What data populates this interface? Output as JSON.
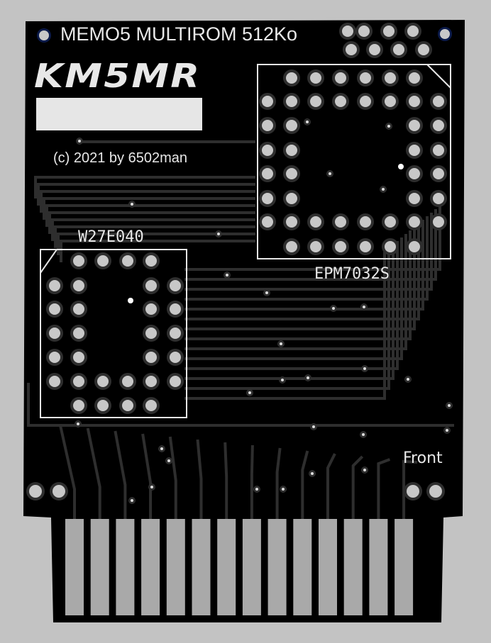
{
  "board": {
    "title": "MEMO5 MULTIROM 512Ko",
    "logo": "KM5MR",
    "copyright": "(c) 2021 by 6502man",
    "chip_left_label": "W27E040",
    "chip_right_label": "EPM7032S",
    "front_label": "Front"
  },
  "colors": {
    "background": "#c3c3c3",
    "board": "#000000",
    "trace": "#2e2e2e",
    "pad": "#c8c8c8",
    "silkscreen": "#e6e6e6",
    "finger": "#a9a9a9"
  }
}
